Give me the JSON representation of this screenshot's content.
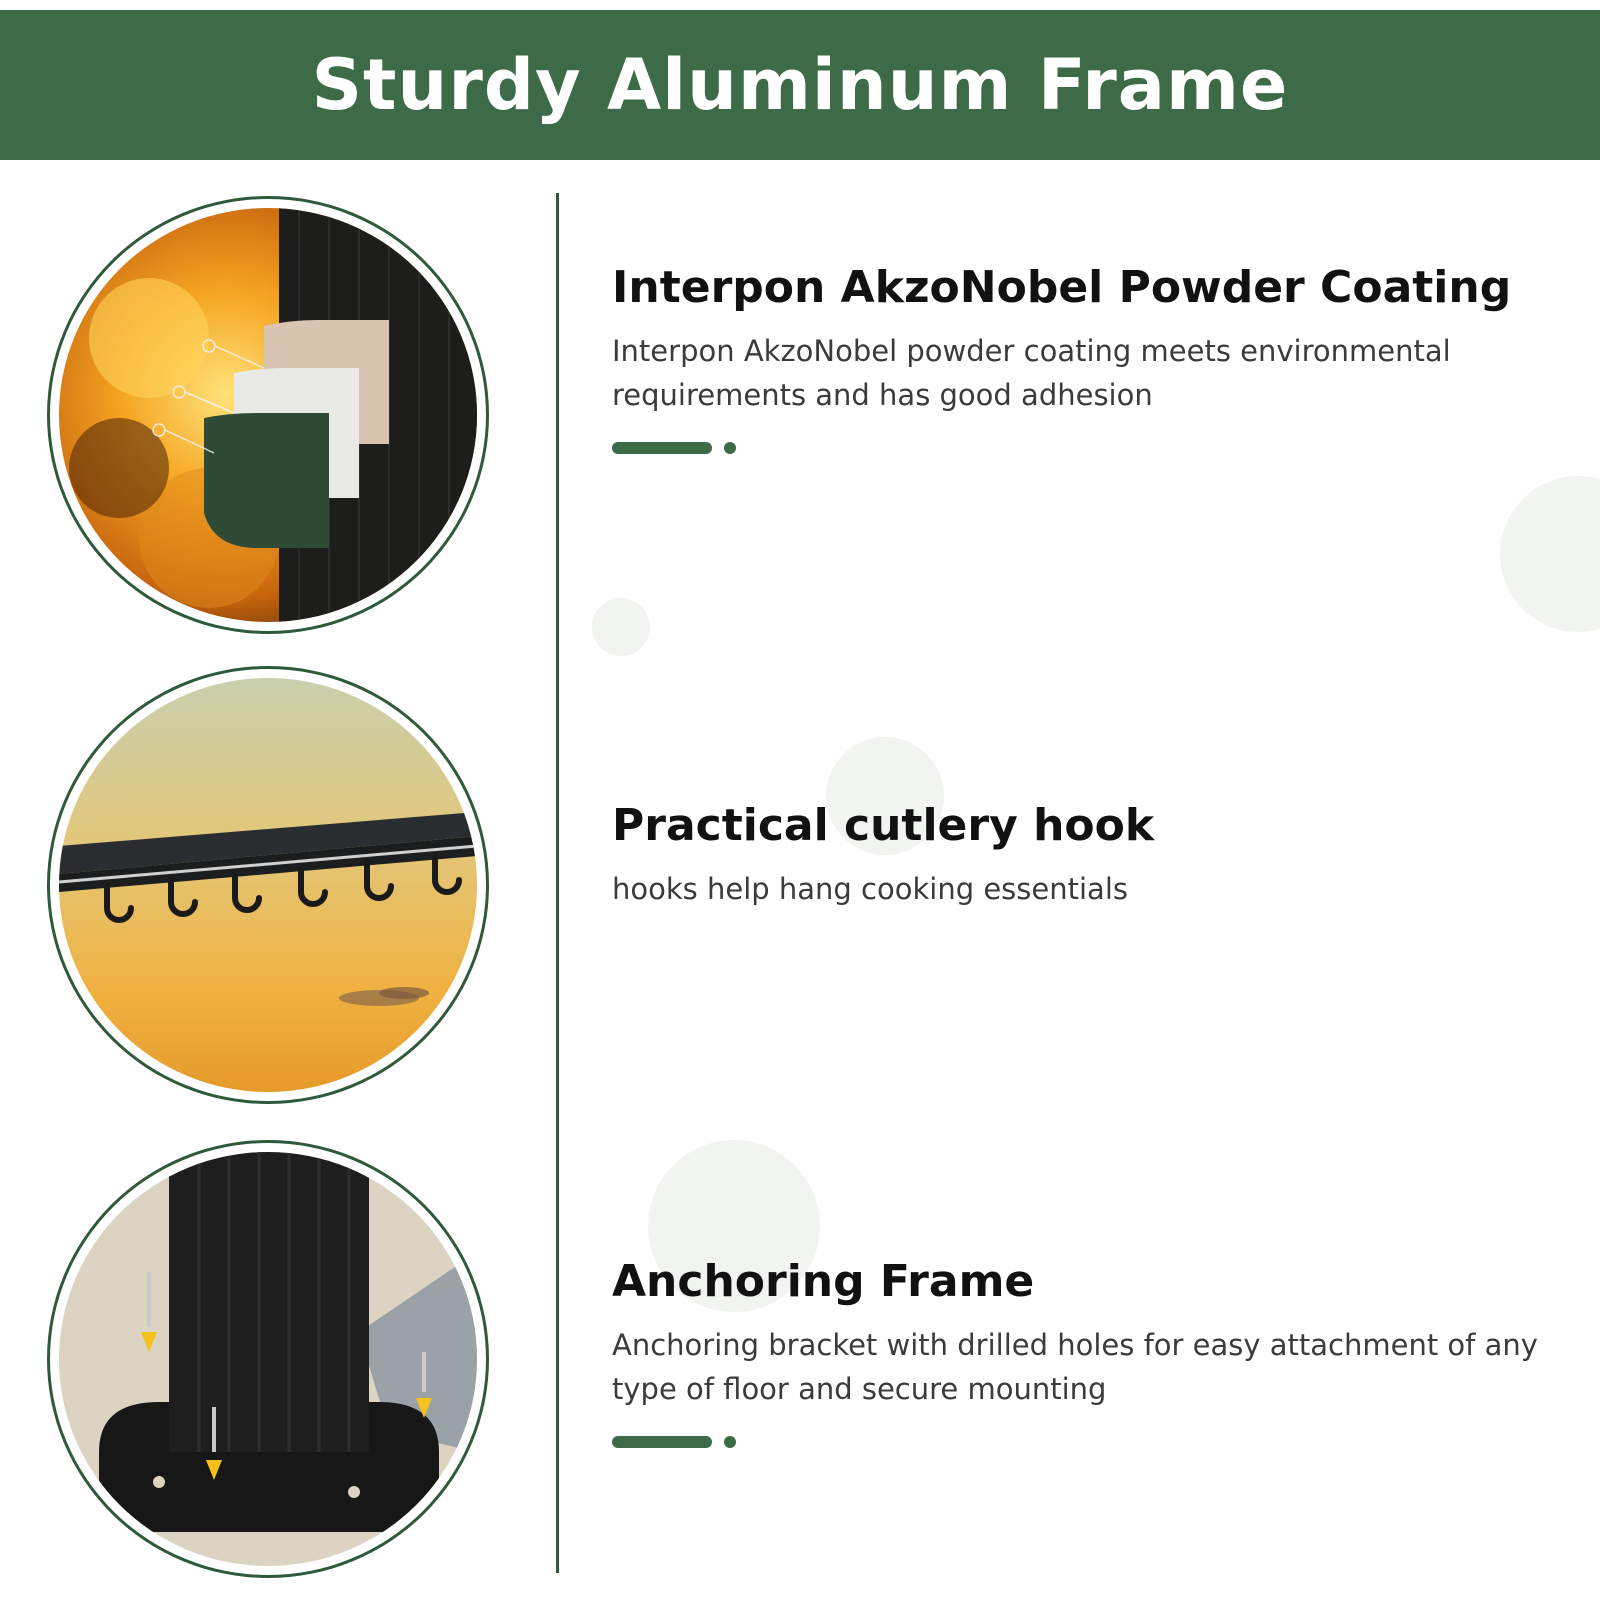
{
  "header": {
    "title": "Sturdy Aluminum Frame"
  },
  "features": [
    {
      "title": "Interpon AkzoNobel Powder Coating",
      "description": "Interpon AkzoNobel powder coating meets environmental requirements and has good adhesion"
    },
    {
      "title": "Practical cutlery hook",
      "description": "hooks help hang cooking essentials"
    },
    {
      "title": "Anchoring Frame",
      "description": "Anchoring bracket with drilled holes for easy attachment of any type of floor and secure mounting"
    }
  ],
  "colors": {
    "brand_green": "#3d6b47",
    "divider_green": "#2f5a3a",
    "text": "#111111"
  }
}
